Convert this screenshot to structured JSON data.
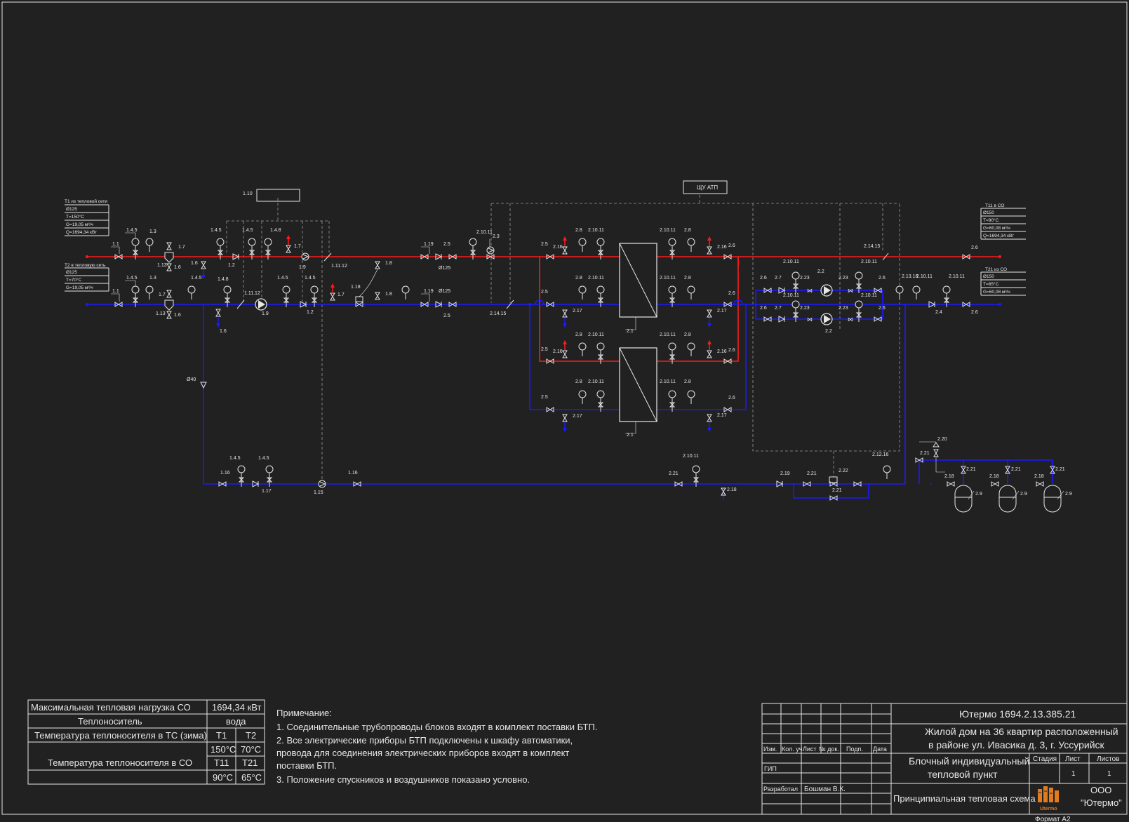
{
  "colors": {
    "background": "#212121",
    "supply": "#ff1a1a",
    "return": "#1a1aff",
    "line": "#e6e6e6",
    "dashed": "#9a9a9a",
    "logo": "#e07b20"
  },
  "boxes": {
    "t1_in": [
      "Т1 из тепловой сети",
      "Ø125",
      "T=150°С",
      "G=19,05 м³/ч",
      "Q=1694,34 кВт"
    ],
    "t2_out": [
      "Т2 в тепловую сеть",
      "Ø125",
      "T=70°С",
      "G=19,05 м³/ч"
    ],
    "t11_out": [
      "Т11 в СО",
      "Ø150",
      "T=90°С",
      "G=60,08 м³/ч",
      "Q=1694,34 кВт"
    ],
    "t21_in": [
      "Т21 из СО",
      "Ø150",
      "T=65°С",
      "G=60,08 м³/ч"
    ]
  },
  "controller_label": "ЩУ АТП",
  "box_110_label": "1.10",
  "labels": {
    "l11a": "1.1",
    "l11b": "1.1",
    "l145a": "1.4.5",
    "l13a": "1.3",
    "l145b": "1.4.5",
    "l13b": "1.3",
    "l17a": "1.7",
    "l16a": "1.6",
    "l17b": "1.7",
    "l16b": "1.6",
    "l1131": "1.13",
    "l1132": "1.13",
    "l16c": "1.6",
    "l145c": "1.4.5",
    "l145d": "1.4.5",
    "l145e": "1.4.5",
    "l148a": "1.4.8",
    "l148b": "1.4.8",
    "l145f": "1.4.5",
    "l145g": "1.4.5",
    "l145h": "1.4.5",
    "l12a": "1.2",
    "l12b": "1.2",
    "l19a": "1.9",
    "l19b": "1.9",
    "l1112a": "1.11.12",
    "l1112b": "1.11.12",
    "l17c": "1.7",
    "l17d": "1.7",
    "l18a": "1.8",
    "l18b": "1.8",
    "l118": "1.18",
    "l16d": "1.6",
    "l119a": "1.19",
    "l119b": "1.19",
    "l25a": "2.5",
    "l25b": "2.5",
    "d125a": "Ø125",
    "d125b": "Ø125",
    "l21011a": "2.10.11",
    "l23": "2.3",
    "l21415a": "2.14.15",
    "d40": "Ø40",
    "l25c": "2.5",
    "l216a": "2.16",
    "l28a": "2.8",
    "l21011b": "2.10.11",
    "l25d": "2.5",
    "l217a": "2.17",
    "l28b": "2.8",
    "l21011c": "2.10.11",
    "l21a": "2.1",
    "l21011d": "2.10.11",
    "l28c": "2.8",
    "l216b": "2.16",
    "l26a": "2.6",
    "l21011e": "2.10.11",
    "l28d": "2.8",
    "l26b": "2.6",
    "l217b": "2.17",
    "l25e": "2.5",
    "l216c": "2.16",
    "l28e": "2.8",
    "l21011f": "2.10.11",
    "l25f": "2.5",
    "l217c": "2.17",
    "l28f": "2.8",
    "l21011g": "2.10.11",
    "l21b": "2.1",
    "l21011h": "2.10.11",
    "l28g": "2.8",
    "l216d": "2.16",
    "l26c": "2.6",
    "l21011i": "2.10.11",
    "l28h": "2.8",
    "l26d": "2.6",
    "l217d": "2.17",
    "l21415b": "2.14.15",
    "l26e": "2.6",
    "l21011j": "2.10.11",
    "l21011k": "2.10.11",
    "l26f": "2.6",
    "l27a": "2.7",
    "l22a": "2.2",
    "l223a": "2.23",
    "l223b": "2.23",
    "l26g": "2.6",
    "l21011l": "2.10.11",
    "l21011m": "2.10.11",
    "l26h": "2.6",
    "l27b": "2.7",
    "l223c": "2.23",
    "l223d": "2.23",
    "l22b": "2.2",
    "l26i": "2.6",
    "l21316": "2.13.16",
    "l21011n": "2.10.11",
    "l21011o": "2.10.11",
    "l24": "2.4",
    "l26j": "2.6",
    "l145i": "1.4.5",
    "l145j": "1.4.5",
    "l116a": "1.16",
    "l117": "1.17",
    "l115": "1.15",
    "l116b": "1.16",
    "l21011p": "2.10.11",
    "l221a": "2.21",
    "l218a": "2.18",
    "l219": "2.19",
    "l221b": "2.21",
    "l222": "2.22",
    "l221c": "2.21",
    "l21216": "2.12.16",
    "l220": "2.20",
    "l221d": "2.21",
    "l221e": "2.21",
    "l221f": "2.21",
    "l221g": "2.21",
    "l218b": "2.18",
    "l218c": "2.18",
    "l218d": "2.18",
    "l29a": "2.9",
    "l29b": "2.9",
    "l29c": "2.9"
  },
  "table": {
    "r1": [
      "Максимальная тепловая нагрузка СО",
      "1694,34 кВт"
    ],
    "r2": [
      "Теплоноситель",
      "вода"
    ],
    "r3": [
      "Температура теплоносителя в ТС (зима)",
      "Т1",
      "Т2"
    ],
    "r4": [
      "150°С",
      "70°С"
    ],
    "r5": [
      "Температура теплоносителя в СО",
      "Т11",
      "Т21"
    ],
    "r6": [
      "90°С",
      "65°С"
    ]
  },
  "notes": {
    "title": "Примечание:",
    "n1": "1. Соединительные трубопроводы блоков входят в комплект поставки БТП.",
    "n2a": "2. Все электрические приборы БТП подключены к шкафу автоматики,",
    "n2b": "провода для соединения электрических приборов входят в комплект",
    "n2c": "поставки БТП.",
    "n3": "3. Положение спускников и воздушников показано условно."
  },
  "stamp": {
    "code": "Ютермо 1694.2.13.385.21",
    "object1": "Жилой дом на 36 квартир расположенный",
    "object2": "в районе ул. Ивасика д. 3, г. Уссурийск",
    "h_izm": "Изм.",
    "h_kol": "Кол. уч",
    "h_list": "Лист",
    "h_doc": "№ док.",
    "h_podp": "Подп.",
    "h_date": "Дата",
    "gip": "ГИП",
    "razrab": "Разработал",
    "razrab_name": "Бошман В.К.",
    "title1": "Блочный индивидуальный",
    "title2": "тепловой пункт",
    "stadiya": "Стадия",
    "list": "Лист",
    "listov": "Листов",
    "list_val": "1",
    "listov_val": "1",
    "drawing": "Принципиальная тепловая схема",
    "org1": "ООО",
    "org2": "\"Ютермо\"",
    "logo_word": "Utermo",
    "format": "Формат А2"
  }
}
